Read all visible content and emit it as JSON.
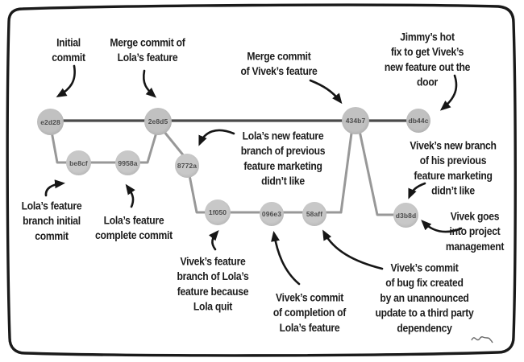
{
  "diagram_type": "git-commit-graph-comic",
  "colors": {
    "background": "#ffffff",
    "frame": "#1a1a1a",
    "node_fill": "#c8c8c8",
    "node_fill_main_row": "#c1c1c1",
    "node_text": "#4c4c4c",
    "edge_main": "#4a4a4a",
    "edge_branch": "#989898",
    "arrow": "#161616",
    "annotation_text": "#1c1c1c"
  },
  "nodes": [
    {
      "id": "e2d28"
    },
    {
      "id": "2e8d5"
    },
    {
      "id": "434b7"
    },
    {
      "id": "db44c"
    },
    {
      "id": "be8cf"
    },
    {
      "id": "9958a"
    },
    {
      "id": "8772a"
    },
    {
      "id": "1f050"
    },
    {
      "id": "096e3"
    },
    {
      "id": "58aff"
    },
    {
      "id": "d3b8d"
    }
  ],
  "edges": [
    {
      "from": "e2d28",
      "to": "2e8d5"
    },
    {
      "from": "2e8d5",
      "to": "434b7"
    },
    {
      "from": "434b7",
      "to": "db44c"
    },
    {
      "from": "e2d28",
      "to": "be8cf"
    },
    {
      "from": "be8cf",
      "to": "9958a"
    },
    {
      "from": "9958a",
      "to": "2e8d5"
    },
    {
      "from": "2e8d5",
      "to": "8772a"
    },
    {
      "from": "8772a",
      "to": "1f050"
    },
    {
      "from": "1f050",
      "to": "096e3"
    },
    {
      "from": "096e3",
      "to": "58aff"
    },
    {
      "from": "58aff",
      "to": "434b7"
    },
    {
      "from": "434b7",
      "to": "d3b8d"
    }
  ],
  "annotations": {
    "initial_commit": "Initial\ncommit",
    "merge_lola": "Merge commit of\nLola’s feature",
    "merge_vivek": "Merge commit\nof Vivek’s feature",
    "jimmy_hotfix": "Jimmy’s hot\nfix to get Vivek’s\nnew feature out the\ndoor",
    "lola_new_feature": "Lola’s new feature\nbranch of previous\nfeature marketing\ndidn’t like",
    "vivek_new_branch": "Vivek’s new branch\nof his previous\nfeature marketing\ndidn’t like",
    "vivek_goes_pm": "Vivek goes\ninto project\nmanagement",
    "lola_branch_initial": "Lola’s feature\nbranch initial\ncommit",
    "lola_complete": "Lola’s feature\ncomplete commit",
    "vivek_feature_branch": "Vivek’s feature\nbranch of Lola’s\nfeature because\nLola quit",
    "vivek_completion": "Vivek’s commit\nof completion of\nLola’s feature",
    "vivek_bugfix": "Vivek’s commit\nof bug fix created\nby an unannounced\nupdate to a third party\ndependency"
  }
}
